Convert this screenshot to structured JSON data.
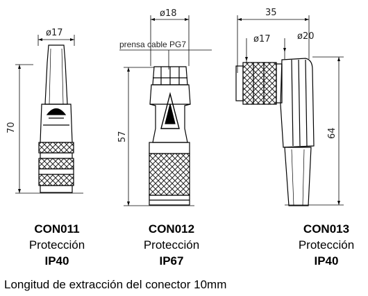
{
  "connectors": [
    {
      "code": "CON011",
      "protection": "Protección",
      "ip": "IP40",
      "dims": {
        "diameter": "ø17",
        "height": "70"
      }
    },
    {
      "code": "CON012",
      "protection": "Protección",
      "ip": "IP67",
      "dims": {
        "diameter": "ø18",
        "height": "57"
      },
      "label": "prensa cable PG7"
    },
    {
      "code": "CON013",
      "protection": "Protección",
      "ip": "IP40",
      "dims": {
        "width": "35",
        "diameter_small": "ø17",
        "diameter_large": "ø20",
        "height": "64"
      }
    }
  ],
  "footnote": "Longitud de extracción del conector 10mm"
}
